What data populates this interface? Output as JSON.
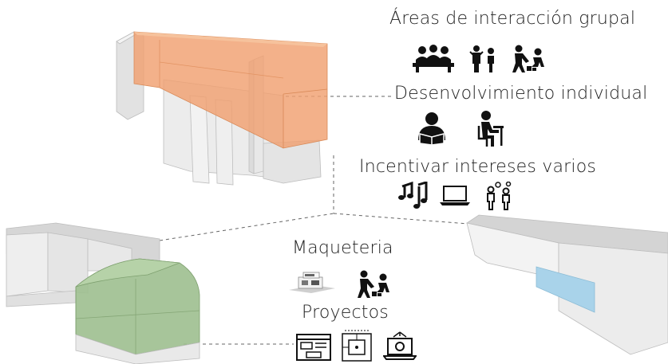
{
  "labels": {
    "group_areas": "Áreas de interacción grupal",
    "individual": "Desenvolvimiento individual",
    "interests": "Incentivar intereses varios",
    "model_making": "Maqueteria",
    "projects": "Proyectos"
  },
  "colors": {
    "orange_volume": "#f0a070",
    "green_volume": "#9dbf8f",
    "blue_window": "#a9d3ea",
    "building_gray": "#e6e6e6",
    "text": "#222222"
  },
  "icons": [
    "people-at-table-icon",
    "people-talking-icon",
    "kids-building-icon",
    "person-reading-icon",
    "person-at-desk-icon",
    "music-notes-icon",
    "laptop-icon",
    "people-chatting-icon",
    "house-model-icon",
    "kids-building-icon",
    "web-design-icon",
    "blueprint-icon",
    "laptop-gear-icon"
  ]
}
